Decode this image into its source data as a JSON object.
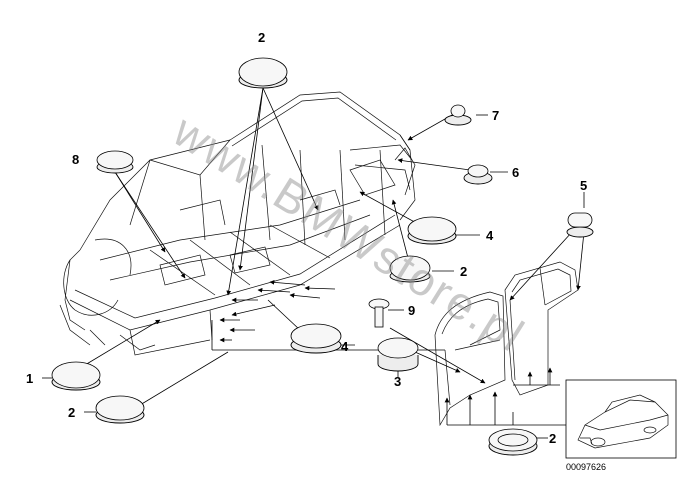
{
  "callouts": [
    {
      "id": "c2_top",
      "text": "2"
    },
    {
      "id": "c7",
      "text": "7"
    },
    {
      "id": "c8",
      "text": "8"
    },
    {
      "id": "c6",
      "text": "6"
    },
    {
      "id": "c5",
      "text": "5"
    },
    {
      "id": "c4_right",
      "text": "4"
    },
    {
      "id": "c2_mid",
      "text": "2"
    },
    {
      "id": "c9",
      "text": "9"
    },
    {
      "id": "c4_mid",
      "text": "4"
    },
    {
      "id": "c3",
      "text": "3"
    },
    {
      "id": "c1",
      "text": "1"
    },
    {
      "id": "c2_bl",
      "text": "2"
    },
    {
      "id": "c2_br",
      "text": "2"
    }
  ],
  "watermark": "www.BMWstore.pl",
  "reference_number": "00097626"
}
